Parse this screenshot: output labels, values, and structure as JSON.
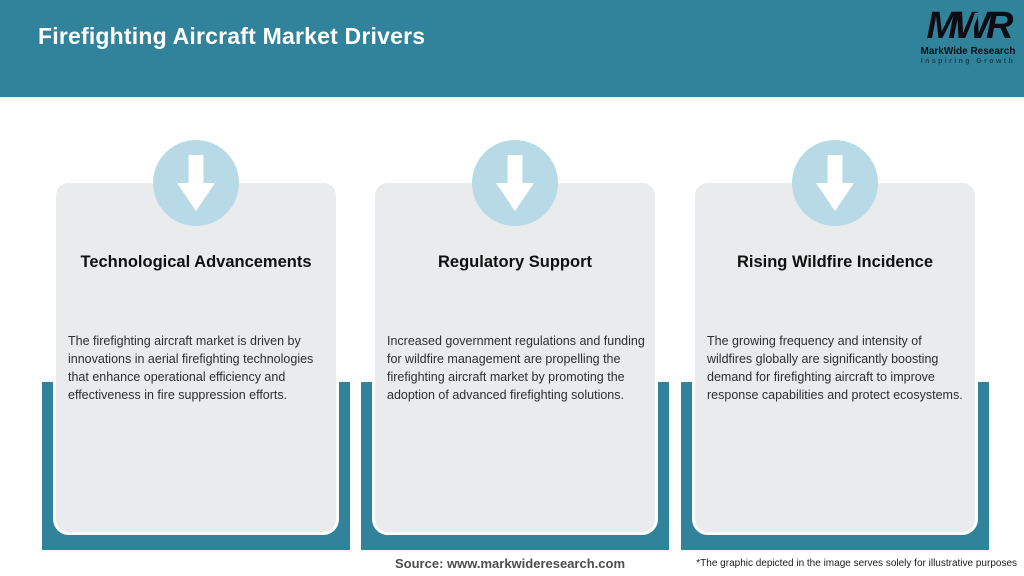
{
  "header": {
    "title": "Firefighting Aircraft Market Drivers",
    "logo": {
      "acronym": "MWR",
      "name": "MarkWide Research",
      "tagline": "Inspiring Growth"
    }
  },
  "colors": {
    "header_teal": "#31839B",
    "frame_teal": "#31839B",
    "card_background": "#E9EBEC",
    "circle_blue": "#B7DAE6",
    "arrow_white": "#FFFFFF",
    "title_text": "#FFFFFF",
    "body_text": "#2E2E2E"
  },
  "cards": [
    {
      "icon": "down-arrow-icon",
      "title": "Technological Advancements",
      "description": "The firefighting aircraft market is driven by innovations in aerial firefighting technologies that enhance operational efficiency and effectiveness in fire suppression efforts."
    },
    {
      "icon": "down-arrow-icon",
      "title": "Regulatory Support",
      "description": "Increased government regulations and funding for wildfire management are propelling the firefighting aircraft market by promoting the adoption of advanced firefighting solutions."
    },
    {
      "icon": "down-arrow-icon",
      "title": "Rising Wildfire Incidence",
      "description": "The growing frequency and intensity of wildfires globally are significantly boosting demand for firefighting aircraft to improve response capabilities and protect ecosystems."
    }
  ],
  "footer": {
    "source": "Source: www.markwideresearch.com",
    "disclaimer": "*The graphic depicted in the image serves solely for illustrative purposes"
  }
}
